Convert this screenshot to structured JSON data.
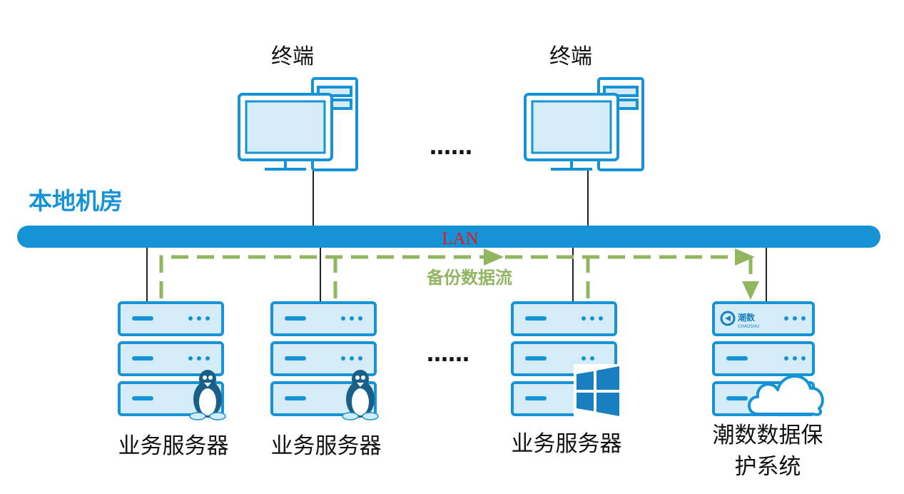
{
  "terminals": {
    "label_left": "终端",
    "label_right": "终端"
  },
  "ellipsis_top": "……",
  "ellipsis_bottom": "……",
  "room_label": "本地机房",
  "lan_label": "LAN",
  "flow_label": "备份数据流",
  "servers": [
    {
      "label": "业务服务器",
      "os": "linux-penguin-icon"
    },
    {
      "label": "业务服务器",
      "os": "linux-penguin-icon"
    },
    {
      "label": "业务服务器",
      "os": "windows-logo-icon"
    }
  ],
  "protection": {
    "label_line1": "潮数数据保",
    "label_line2": "护系统",
    "logo_text": "潮数",
    "logo_subtext": "CHAOSHU"
  },
  "colors": {
    "lan_blue": "#1593d6",
    "icon_stroke": "#1593d6",
    "icon_fill": "#d4ecf7",
    "flow_green": "#92b560",
    "lan_text_red": "#e01b1b"
  }
}
